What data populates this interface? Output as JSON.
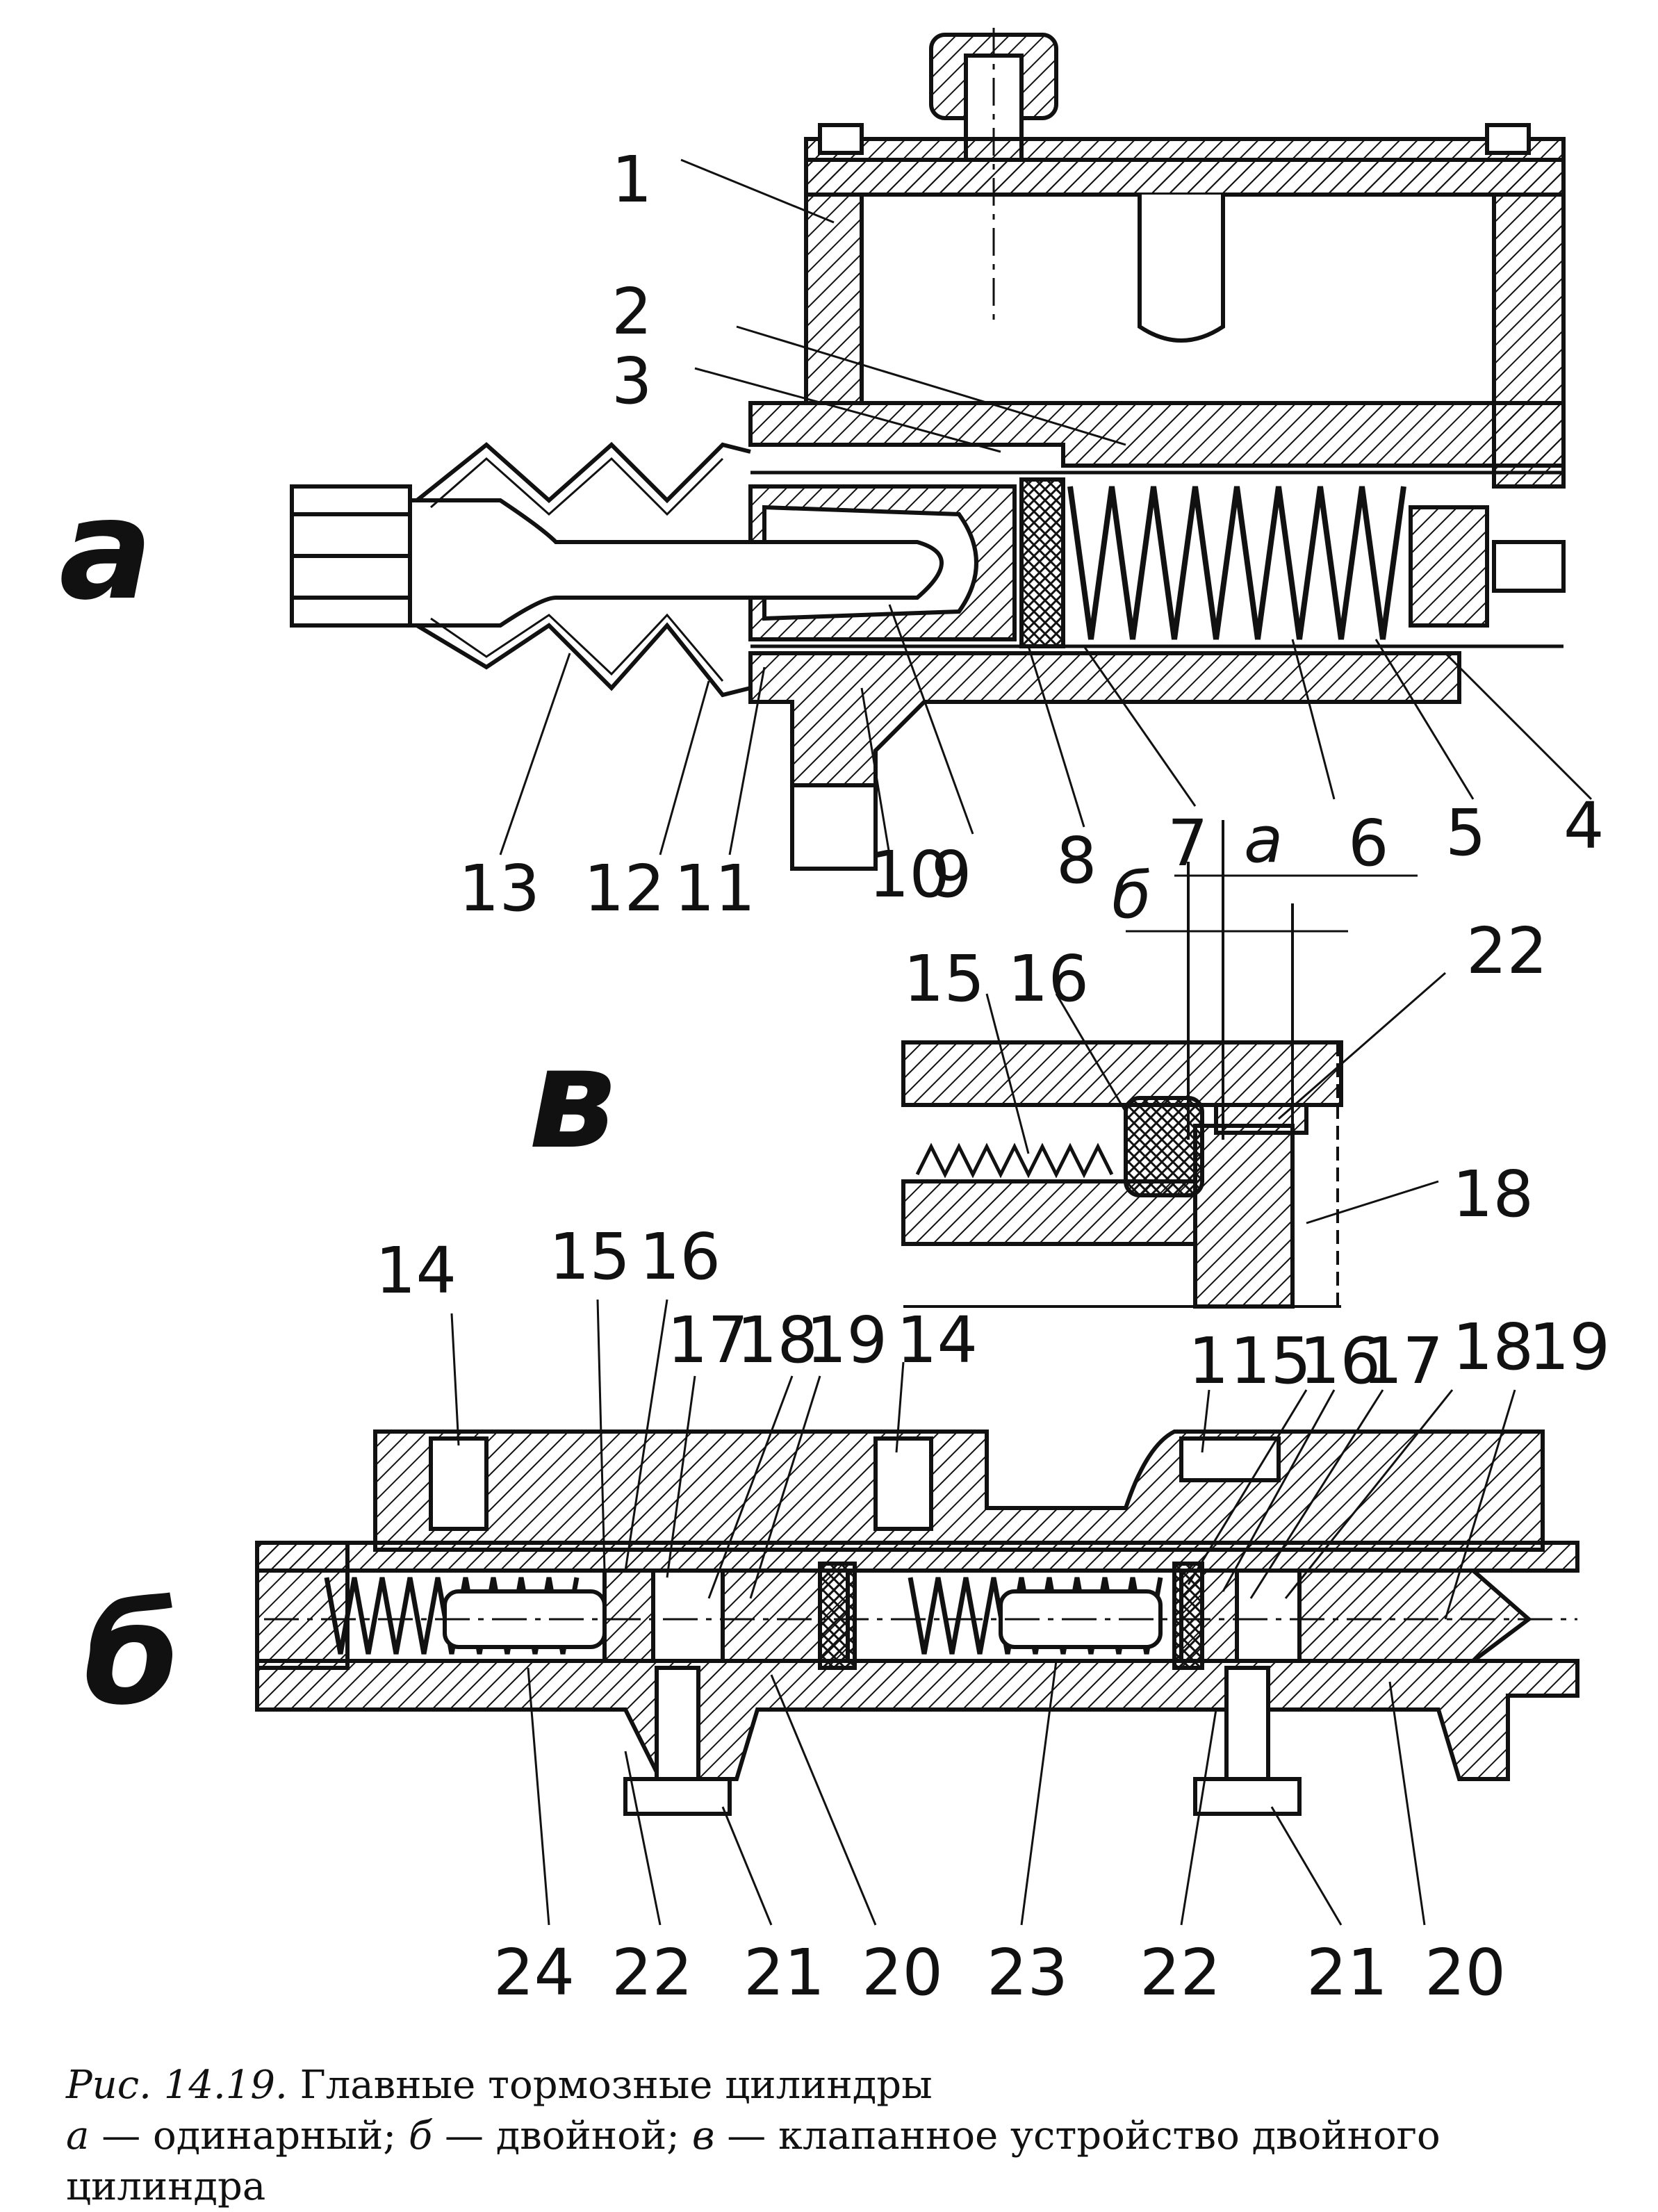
{
  "view_labels": {
    "a": "а",
    "b": "б",
    "v": "в"
  },
  "parts": {
    "p1": "1",
    "p2": "2",
    "p3": "3",
    "p4": "4",
    "p5": "5",
    "p6": "6",
    "p7": "7",
    "p8": "8",
    "p9": "9",
    "p10": "10",
    "p11": "11",
    "p12": "12",
    "p13": "13",
    "p14": "14",
    "p15": "15",
    "p16": "16",
    "p17": "17",
    "p18": "18",
    "p19": "19",
    "p20": "20",
    "p21": "21",
    "p22": "22",
    "p23": "23",
    "p24": "24"
  },
  "dims": {
    "a": "а",
    "b": "б"
  },
  "caption": {
    "fig": "Рис. 14.19.",
    "title": "Главные тормозные цилиндры",
    "a_key": "а",
    "a_text": " — одинарный; ",
    "b_key": "б",
    "b_text": " — двойной; ",
    "v_key": "в",
    "v_text": " — клапанное устройство двойного цилиндра"
  }
}
